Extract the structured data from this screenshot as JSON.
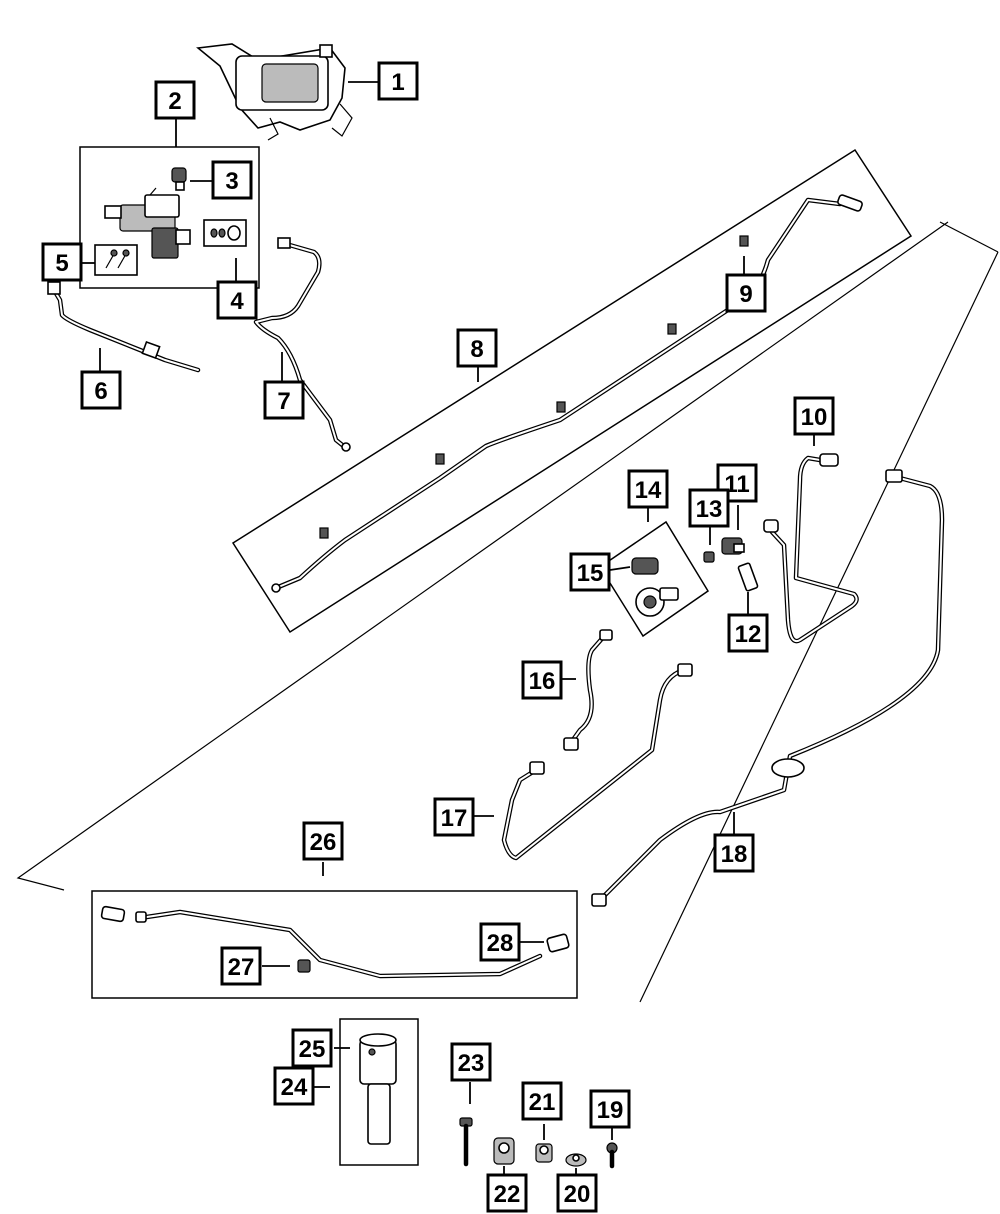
{
  "diagram": {
    "callouts": [
      {
        "label": "1"
      },
      {
        "label": "2"
      },
      {
        "label": "3"
      },
      {
        "label": "4"
      },
      {
        "label": "5"
      },
      {
        "label": "6"
      },
      {
        "label": "7"
      },
      {
        "label": "8"
      },
      {
        "label": "9"
      },
      {
        "label": "10"
      },
      {
        "label": "11"
      },
      {
        "label": "12"
      },
      {
        "label": "13"
      },
      {
        "label": "14"
      },
      {
        "label": "15"
      },
      {
        "label": "16"
      },
      {
        "label": "17"
      },
      {
        "label": "18"
      },
      {
        "label": "19"
      },
      {
        "label": "20"
      },
      {
        "label": "21"
      },
      {
        "label": "22"
      },
      {
        "label": "23"
      },
      {
        "label": "24"
      },
      {
        "label": "25"
      },
      {
        "label": "26"
      },
      {
        "label": "27"
      },
      {
        "label": "28"
      }
    ],
    "colors": {
      "ink": "#000000",
      "paper": "#ffffff"
    }
  }
}
